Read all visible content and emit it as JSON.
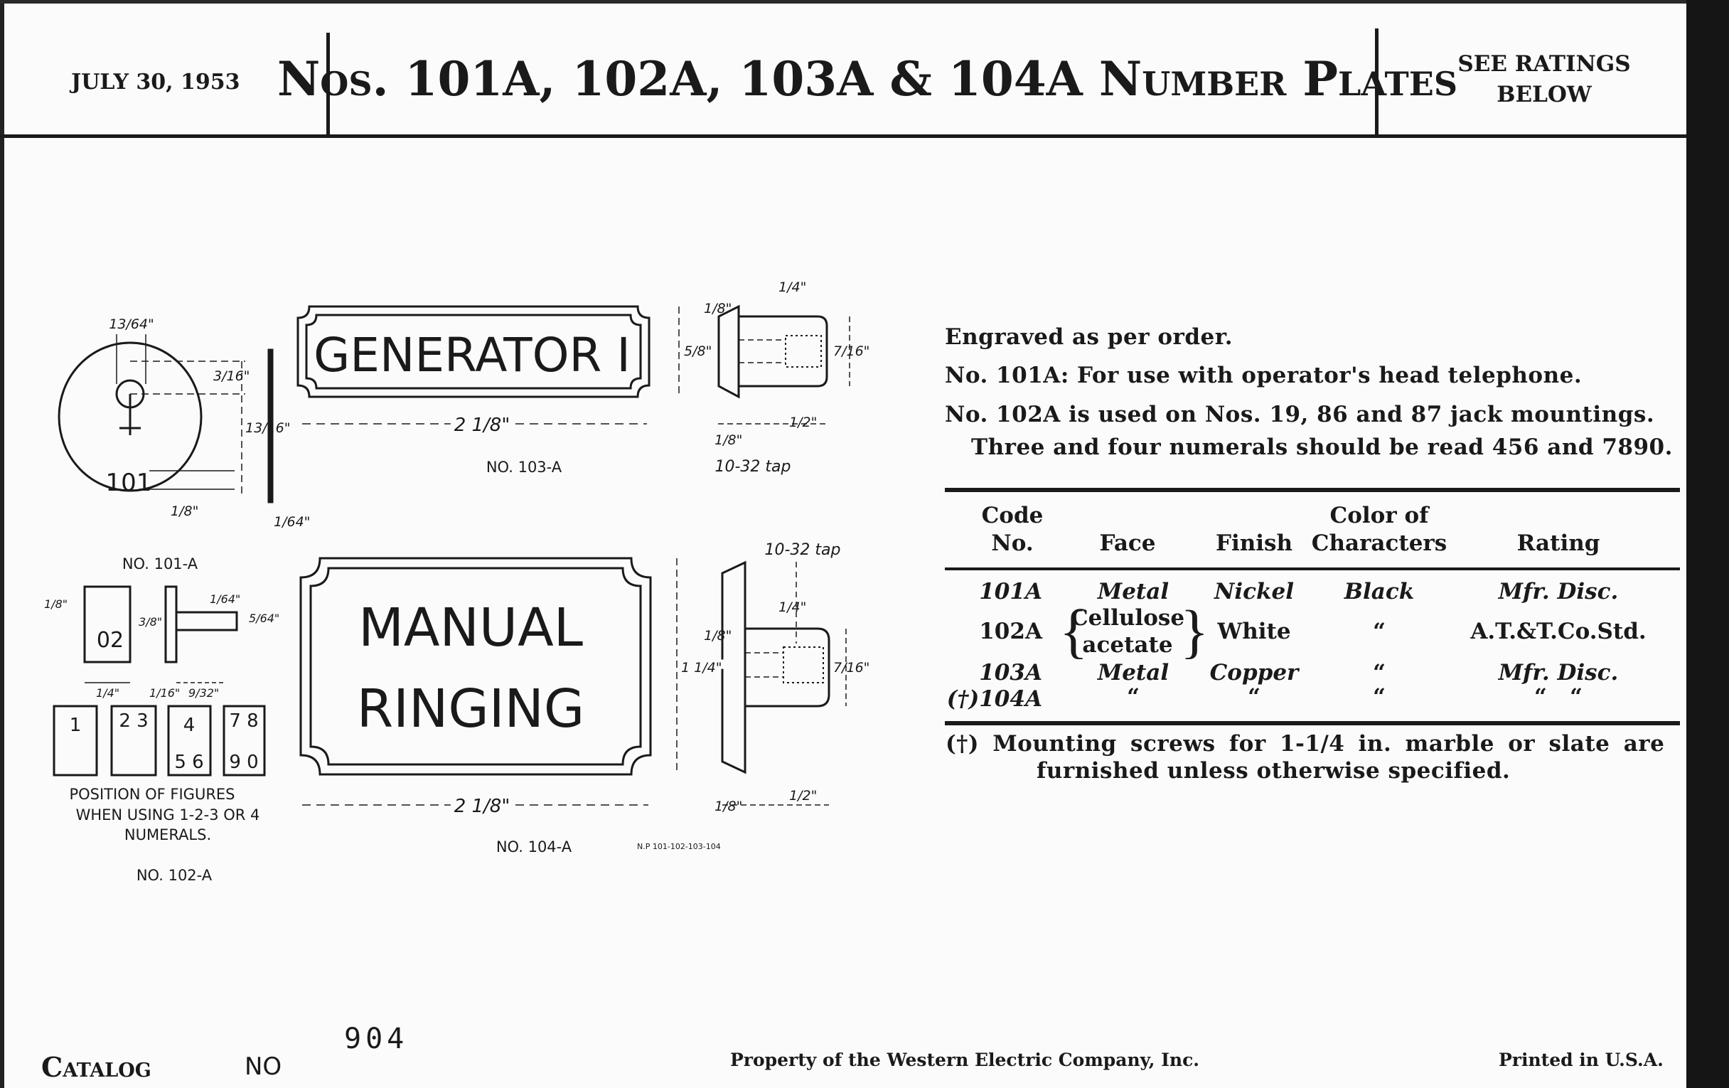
{
  "header": {
    "date": "JULY 30, 1953",
    "title": "Nos. 101A, 102A, 103A & 104A Number Plates",
    "ratings_line1": "SEE RATINGS",
    "ratings_line2": "BELOW"
  },
  "description": {
    "line1": "Engraved as per order.",
    "line2": "No. 101A:  For use with operator's head telephone.",
    "line3": "No. 102A is used on Nos. 19, 86 and 87 jack mountings.",
    "line4": "Three and four numerals should be read 456 and 7890."
  },
  "table": {
    "headers": {
      "code": [
        "Code",
        "No."
      ],
      "face": "Face",
      "finish": "Finish",
      "color": [
        "Color of",
        "Characters"
      ],
      "rating": "Rating"
    },
    "rows": [
      {
        "code": "101A",
        "face": "Metal",
        "finish": "Nickel",
        "color": "Black",
        "rating": "Mfr. Disc."
      },
      {
        "code": "102A",
        "face": [
          "Cellulose",
          "acetate"
        ],
        "finish": "White",
        "color": "“",
        "rating": "A.T.&T.Co.Std."
      },
      {
        "code": "103A",
        "face": "Metal",
        "finish": "Copper",
        "color": "“",
        "rating": "Mfr. Disc."
      },
      {
        "code": "(†)104A",
        "face": "“",
        "finish": "“",
        "color": "“",
        "rating": "“   “"
      }
    ],
    "footnote_line1": "(†)  Mounting screws for 1-1/4 in. marble or slate are",
    "footnote_line2": "furnished unless otherwise specified."
  },
  "drawings": {
    "plate_101": {
      "number": "101",
      "caption": "NO. 101-A",
      "dims": [
        "13/64\"",
        "3/16\"",
        "13/16\"",
        "1/8\"",
        "1/64\""
      ]
    },
    "plate_103": {
      "text": "GENERATOR I",
      "caption": "NO. 103-A",
      "width_dim": "2 1/8\"",
      "height_dim": "5/8\"",
      "side_dims": [
        "1/4\"",
        "1/8\"",
        "7/16\"",
        "1/8\"",
        "1/2\""
      ],
      "tap": "10-32 tap"
    },
    "plate_104": {
      "text_line1": "MANUAL",
      "text_line2": "RINGING",
      "caption": "NO. 104-A",
      "width_dim": "2 1/8\"",
      "height_dim": "1 1/4\"",
      "side_dims": [
        "1/4\"",
        "1/8\"",
        "7/16\"",
        "1/8\"",
        "1/2\""
      ],
      "tap": "10-32 tap",
      "ref": "N.P 101-102-103-104"
    },
    "plate_102": {
      "number": "02",
      "caption": "NO. 102-A",
      "dims": [
        "1/8\"",
        "3/8\"",
        "1/4\"",
        "1/16\"",
        "1/64\"",
        "5/64\"",
        "9/32\""
      ],
      "positions": [
        [
          "1"
        ],
        [
          "2 3"
        ],
        [
          "4",
          "5 6"
        ],
        [
          "7 8",
          "9 0"
        ]
      ],
      "note_line1": "POSITION OF FIGURES",
      "note_line2": "WHEN USING 1-2-3 OR 4",
      "note_line3": "NUMERALS."
    }
  },
  "footer": {
    "catalog_label": "Catalog",
    "no_label": "NO",
    "catalog_number": "904",
    "property": "Property of the Western Electric Company, Inc.",
    "printed": "Printed in U.S.A."
  }
}
